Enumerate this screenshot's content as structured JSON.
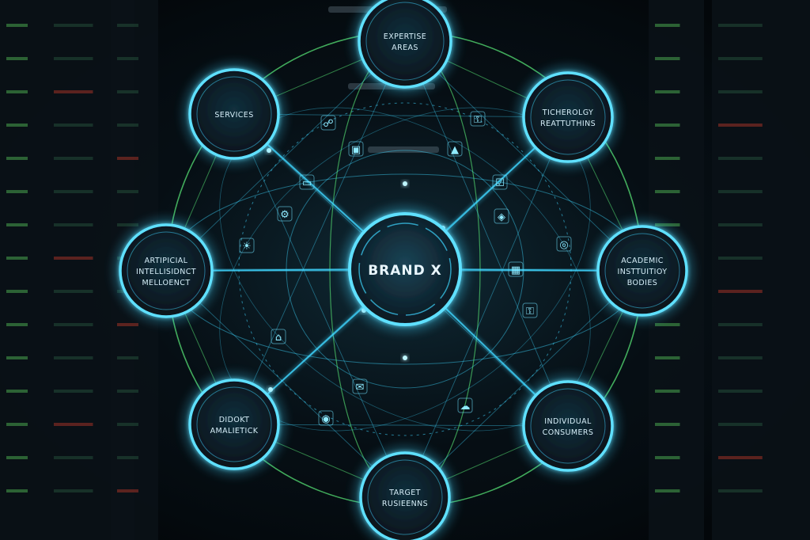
{
  "hub": {
    "label": "BRAND X"
  },
  "nodes": [
    {
      "id": "expertise-areas",
      "lines": [
        "EXPERTISE",
        "AREAS"
      ]
    },
    {
      "id": "technology-partnerships",
      "lines": [
        "TICHEROLGY",
        "REATTUTHINS"
      ]
    },
    {
      "id": "academic-bodies",
      "lines": [
        "ACADEMIC",
        "INSTTUITIOY",
        "BODIES"
      ]
    },
    {
      "id": "individual-consumers",
      "lines": [
        "INDIVIDUAL",
        "CONSUMERS"
      ]
    },
    {
      "id": "target-businesses",
      "lines": [
        "TARGET",
        "RUSIEENNS"
      ]
    },
    {
      "id": "data-analytics",
      "lines": [
        "DIDOKT",
        "AMALIETICK"
      ]
    },
    {
      "id": "artificial-intelligence",
      "lines": [
        "ARTIPICIAL",
        "INTELLISIDNCT",
        "MELLOENCT"
      ]
    },
    {
      "id": "services",
      "lines": [
        "SERVICES"
      ]
    }
  ],
  "icons": [
    "brain-icon",
    "padlock-icon",
    "user-badge-icon",
    "warning-icon",
    "monitor-icon",
    "document-check-icon",
    "gear-icon",
    "shield-icon",
    "lightbulb-icon",
    "globe-icon",
    "chip-icon",
    "lock-icon",
    "mail-icon",
    "cloud-icon",
    "network-icon",
    "home-icon"
  ],
  "colors": {
    "background": "#05090d",
    "glow_cyan": "#3fd6ff",
    "glow_green": "#5bf07a",
    "node_fill": "#0b1a24",
    "text": "#d6eef8"
  }
}
